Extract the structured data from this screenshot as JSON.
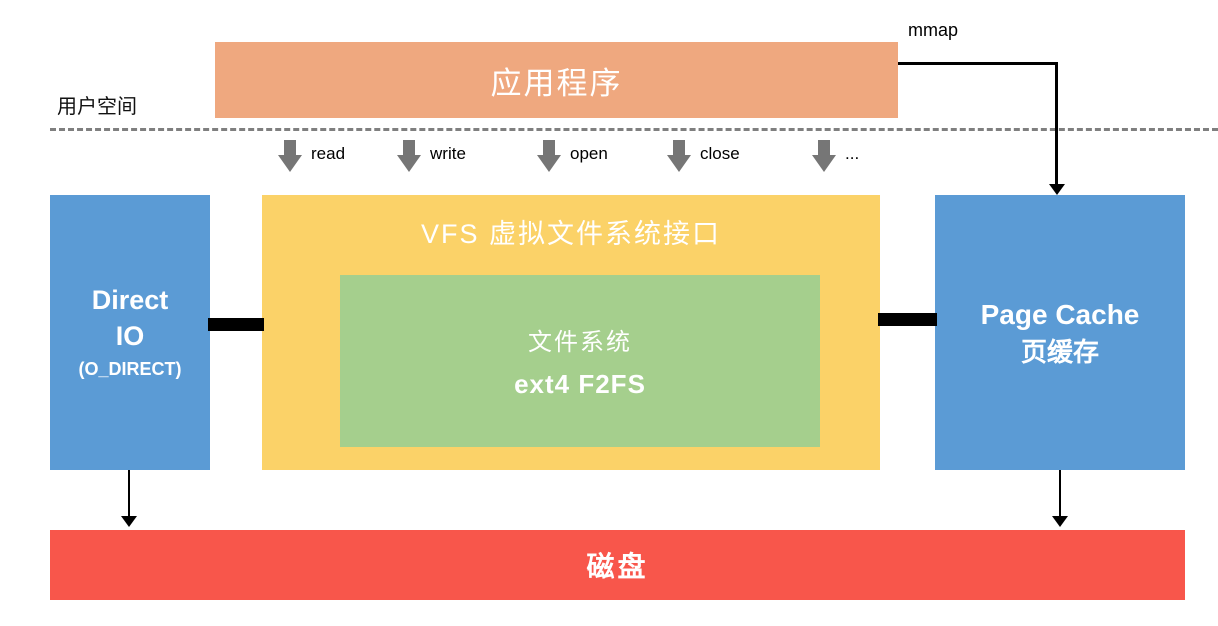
{
  "diagram": {
    "user_space_label": "用户空间",
    "application": {
      "label": "应用程序"
    },
    "mmap_label": "mmap",
    "syscalls": [
      {
        "label": "read"
      },
      {
        "label": "write"
      },
      {
        "label": "open"
      },
      {
        "label": "close"
      },
      {
        "label": "..."
      }
    ],
    "vfs": {
      "title": "VFS  虚拟文件系统接口"
    },
    "filesystem": {
      "line1": "文件系统",
      "line2": "ext4 F2FS"
    },
    "direct_io": {
      "line1": "Direct",
      "line2": "IO",
      "line3": "(O_DIRECT)"
    },
    "page_cache": {
      "line1": "Page Cache",
      "line2": "页缓存"
    },
    "disk": {
      "label": "磁盘"
    },
    "colors": {
      "application": "#efa87f",
      "vfs": "#fbd268",
      "filesystem": "#a5cf8d",
      "blue_blocks": "#5b9bd5",
      "disk": "#f8564b",
      "syscall_arrow": "#767676",
      "dashed_line": "#7f7f7f",
      "connector": "#000000"
    }
  }
}
